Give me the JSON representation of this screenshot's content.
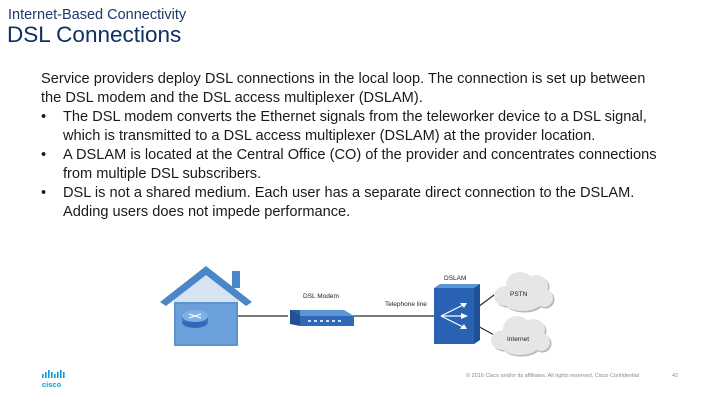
{
  "slide": {
    "kicker": "Internet-Based Connectivity",
    "title": "DSL Connections",
    "intro": "Service providers deploy DSL connections in the local loop. The connection is set up between the DSL modem and the DSL access multiplexer (DSLAM).",
    "bullets": [
      {
        "marker": "•",
        "text": "The DSL modem converts the Ethernet signals from the teleworker device to a DSL signal, which is transmitted to a DSL access multiplexer (DSLAM) at the provider location."
      },
      {
        "marker": "•",
        "text": "A DSLAM is located at the Central Office (CO) of the provider and concentrates connections from multiple DSL subscribers."
      },
      {
        "marker": "•",
        "text": "DSL is not a shared medium. Each user has a separate direct connection to the DSLAM. Adding users does not impede performance."
      }
    ]
  },
  "diagram": {
    "modem_label": "DSL Modem",
    "line_label": "Telephone line",
    "dslam_label": "DSLAM",
    "pstn_label": "PSTN",
    "internet_label": "Internet"
  },
  "footer": {
    "copyright": "© 2016 Cisco and/or its affiliates. All rights reserved. Cisco Confidential",
    "page_number": "42",
    "logo_text": "cisco"
  },
  "colors": {
    "title": "#0d2f66",
    "house": "#4a86c8",
    "modem": "#2f69b7",
    "dslam": "#2a62b3",
    "cloud": "#e6e6e6",
    "line": "#2c2c2c"
  }
}
